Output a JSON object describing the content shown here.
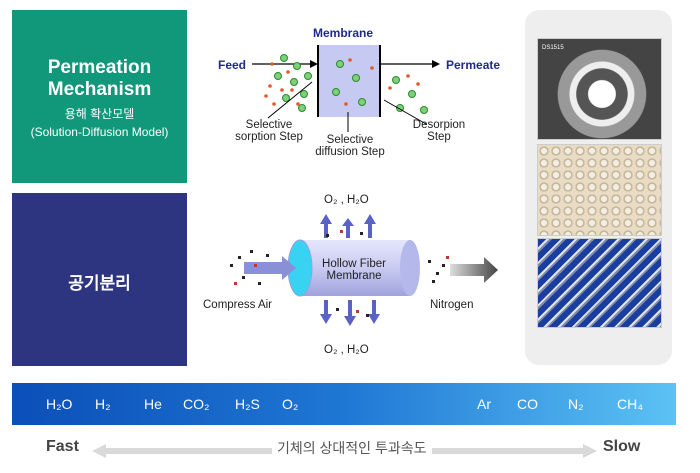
{
  "panel_permeation": {
    "title_line1": "Permeation",
    "title_line2": "Mechanism",
    "subtitle_ko": "용해 확산모델",
    "subtitle_en": "(Solution-Diffusion Model)"
  },
  "panel_air": {
    "title": "공기분리"
  },
  "membrane_diagram": {
    "membrane_label": "Membrane",
    "feed_label": "Feed",
    "permeate_label": "Permeate",
    "sorption_line1": "Selective",
    "sorption_line2": "sorption Step",
    "diffusion_line1": "Selective",
    "diffusion_line2": "diffusion Step",
    "desorption_line1": "Desorpion",
    "desorption_line2": "Step"
  },
  "hollow_fiber_diagram": {
    "top_label": "O₂ , H₂O",
    "bottom_label": "O₂ , H₂O",
    "fiber_line1": "Hollow Fiber",
    "fiber_line2": "Membrane",
    "compress_label": "Compress Air",
    "nitrogen_label": "Nitrogen"
  },
  "photo_tag": "DS1515",
  "speed_bar": {
    "gases": [
      "H₂O",
      "H₂",
      "He",
      "CO₂",
      "H₂S",
      "O₂",
      "Ar",
      "CO",
      "N₂",
      "CH₄"
    ],
    "colors": {
      "start": "#0b4fb8",
      "end": "#5cc2f4"
    }
  },
  "legend": {
    "fast": "Fast",
    "slow": "Slow",
    "relative_speed": "기체의 상대적인 투과속도"
  }
}
